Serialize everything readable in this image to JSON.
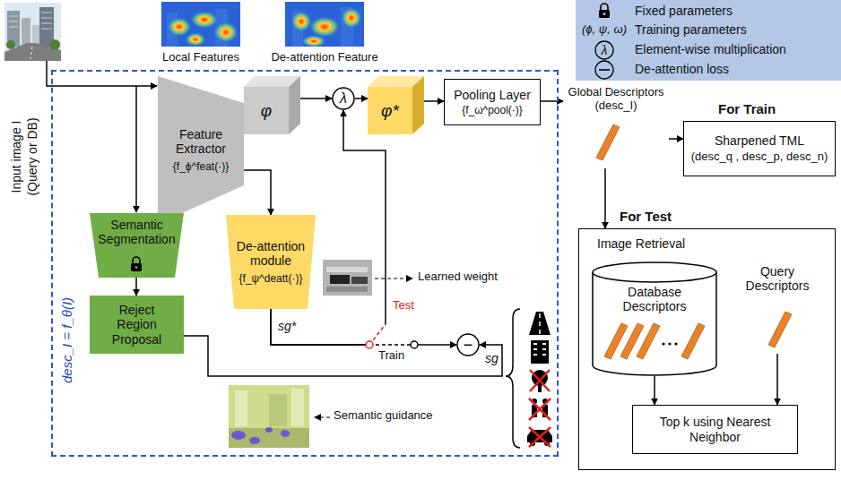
{
  "diagram": {
    "nodes": [
      {
        "text": [
          "desc_I = f_θ(I)"
        ]
      },
      {
        "text": [
          "Feature Extractor",
          "{f_ϕ^feat(·)}"
        ],
        "in": 0
      },
      {
        "text": [
          "φ"
        ],
        "in": 0
      },
      {
        "text": [
          "λ"
        ],
        "in": 0
      },
      {
        "text": [
          "φ*"
        ],
        "in": 0
      },
      {
        "text": [
          "Pooling Layer",
          "{f_ω^pool(·)}"
        ],
        "in": 0
      },
      {
        "text": [
          "Semantic Segmentation"
        ],
        "in": 0
      },
      {
        "text": [
          "De-attention module",
          "{f_ψ^deatt(·)}"
        ],
        "in": 0
      },
      {
        "text": [
          "Reject Region Proposal"
        ],
        "in": 0
      },
      {
        "text": [
          "−"
        ],
        "in": 0
      },
      {
        "text": [
          "Global Descriptors",
          "(desc_I)"
        ]
      },
      {
        "text": [
          "For Train",
          "Sharpened TML",
          "(desc_q , desc_p, desc_n)"
        ]
      },
      {
        "text": [
          "For Test",
          "Image Retrieval"
        ]
      },
      {
        "text": [
          "Database Descriptors"
        ],
        "in": 12
      },
      {
        "text": [
          "Query Descriptors"
        ],
        "in": 12
      },
      {
        "text": [
          "Top k using Nearest Neighbor"
        ],
        "in": 12
      }
    ],
    "edges": [
      {
        "from": 1,
        "to": 7,
        "arrow": "to"
      },
      {
        "from": 2,
        "to": 3,
        "arrow": "to"
      },
      {
        "from": 3,
        "to": 4,
        "arrow": "to"
      },
      {
        "from": 4,
        "to": 5,
        "arrow": "to"
      },
      {
        "from": 5,
        "to": 10,
        "arrow": "to"
      },
      {
        "from": 6,
        "to": 8,
        "arrow": "to"
      },
      {
        "from": 7,
        "to": 9,
        "label": "Train",
        "arrow": "to"
      },
      {
        "from": 7,
        "to": 3,
        "label": "Test",
        "arrow": "to"
      },
      {
        "from": 8,
        "to": 9,
        "label": "sg",
        "arrow": "to"
      },
      {
        "from": 10,
        "to": 11,
        "arrow": "to"
      },
      {
        "from": 10,
        "to": 12,
        "arrow": "to"
      },
      {
        "from": 13,
        "to": 15,
        "arrow": "to"
      },
      {
        "from": 14,
        "to": 15,
        "arrow": "to"
      }
    ],
    "labels": [
      "Input image I",
      "(Query or DB)",
      "Local Features",
      "De-attention Feature",
      "Learned weight",
      "sg*",
      "Semantic guidance",
      "(ϕ, ψ, ω)",
      "λ"
    ],
    "legend": [
      {
        "text": "Fixed parameters"
      },
      {
        "text": "Training parameters"
      },
      {
        "text": "Element-wise multiplication"
      },
      {
        "text": "De-attention loss"
      }
    ]
  }
}
